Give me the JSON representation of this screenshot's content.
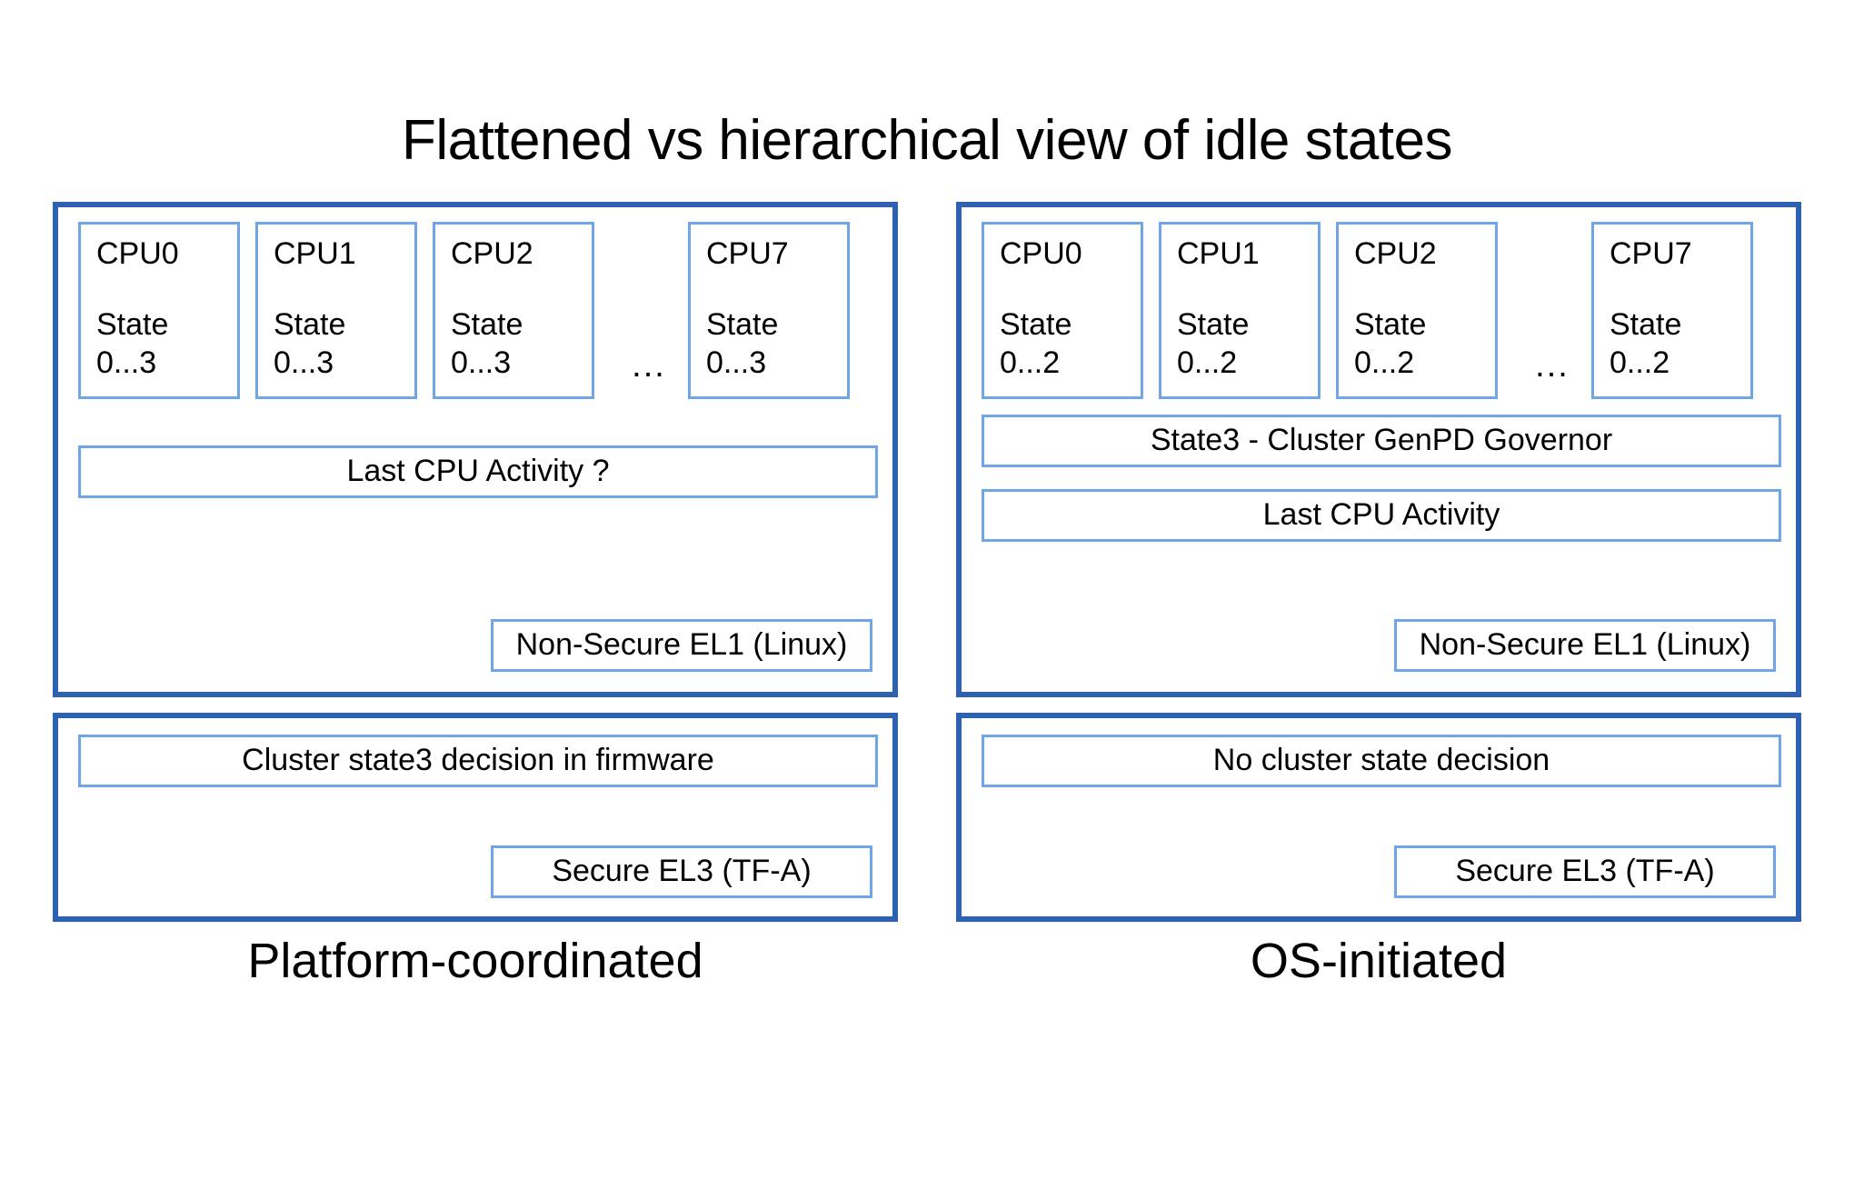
{
  "title": "Flattened vs hierarchical view of idle states",
  "columns": [
    {
      "key": "platform",
      "caption": "Platform-coordinated",
      "os_panel": {
        "cpus": [
          {
            "name": "CPU0",
            "state": "State\n0...3"
          },
          {
            "name": "CPU1",
            "state": "State\n0...3"
          },
          {
            "name": "CPU2",
            "state": "State\n0...3"
          },
          {
            "name": "CPU7",
            "state": "State\n0...3"
          }
        ],
        "ellipsis": "...",
        "last_cpu_activity": "Last CPU Activity ?",
        "exception_level": "Non-Secure EL1 (Linux)"
      },
      "fw_panel": {
        "decision": "Cluster state3 decision in firmware",
        "exception_level": "Secure EL3 (TF-A)"
      }
    },
    {
      "key": "osi",
      "caption": "OS-initiated",
      "os_panel": {
        "cpus": [
          {
            "name": "CPU0",
            "state": "State\n0...2"
          },
          {
            "name": "CPU1",
            "state": "State\n0...2"
          },
          {
            "name": "CPU2",
            "state": "State\n0...2"
          },
          {
            "name": "CPU7",
            "state": "State\n0...2"
          }
        ],
        "ellipsis": "...",
        "governor": "State3 - Cluster GenPD Governor",
        "last_cpu_activity": "Last CPU Activity",
        "exception_level": "Non-Secure EL1 (Linux)"
      },
      "fw_panel": {
        "decision": "No cluster state decision",
        "exception_level": "Secure EL3 (TF-A)"
      }
    }
  ],
  "colors": {
    "panel_border": "#2E62B0",
    "box_border": "#70A5E8",
    "background": "#FFFFFF",
    "text": "#000000"
  }
}
